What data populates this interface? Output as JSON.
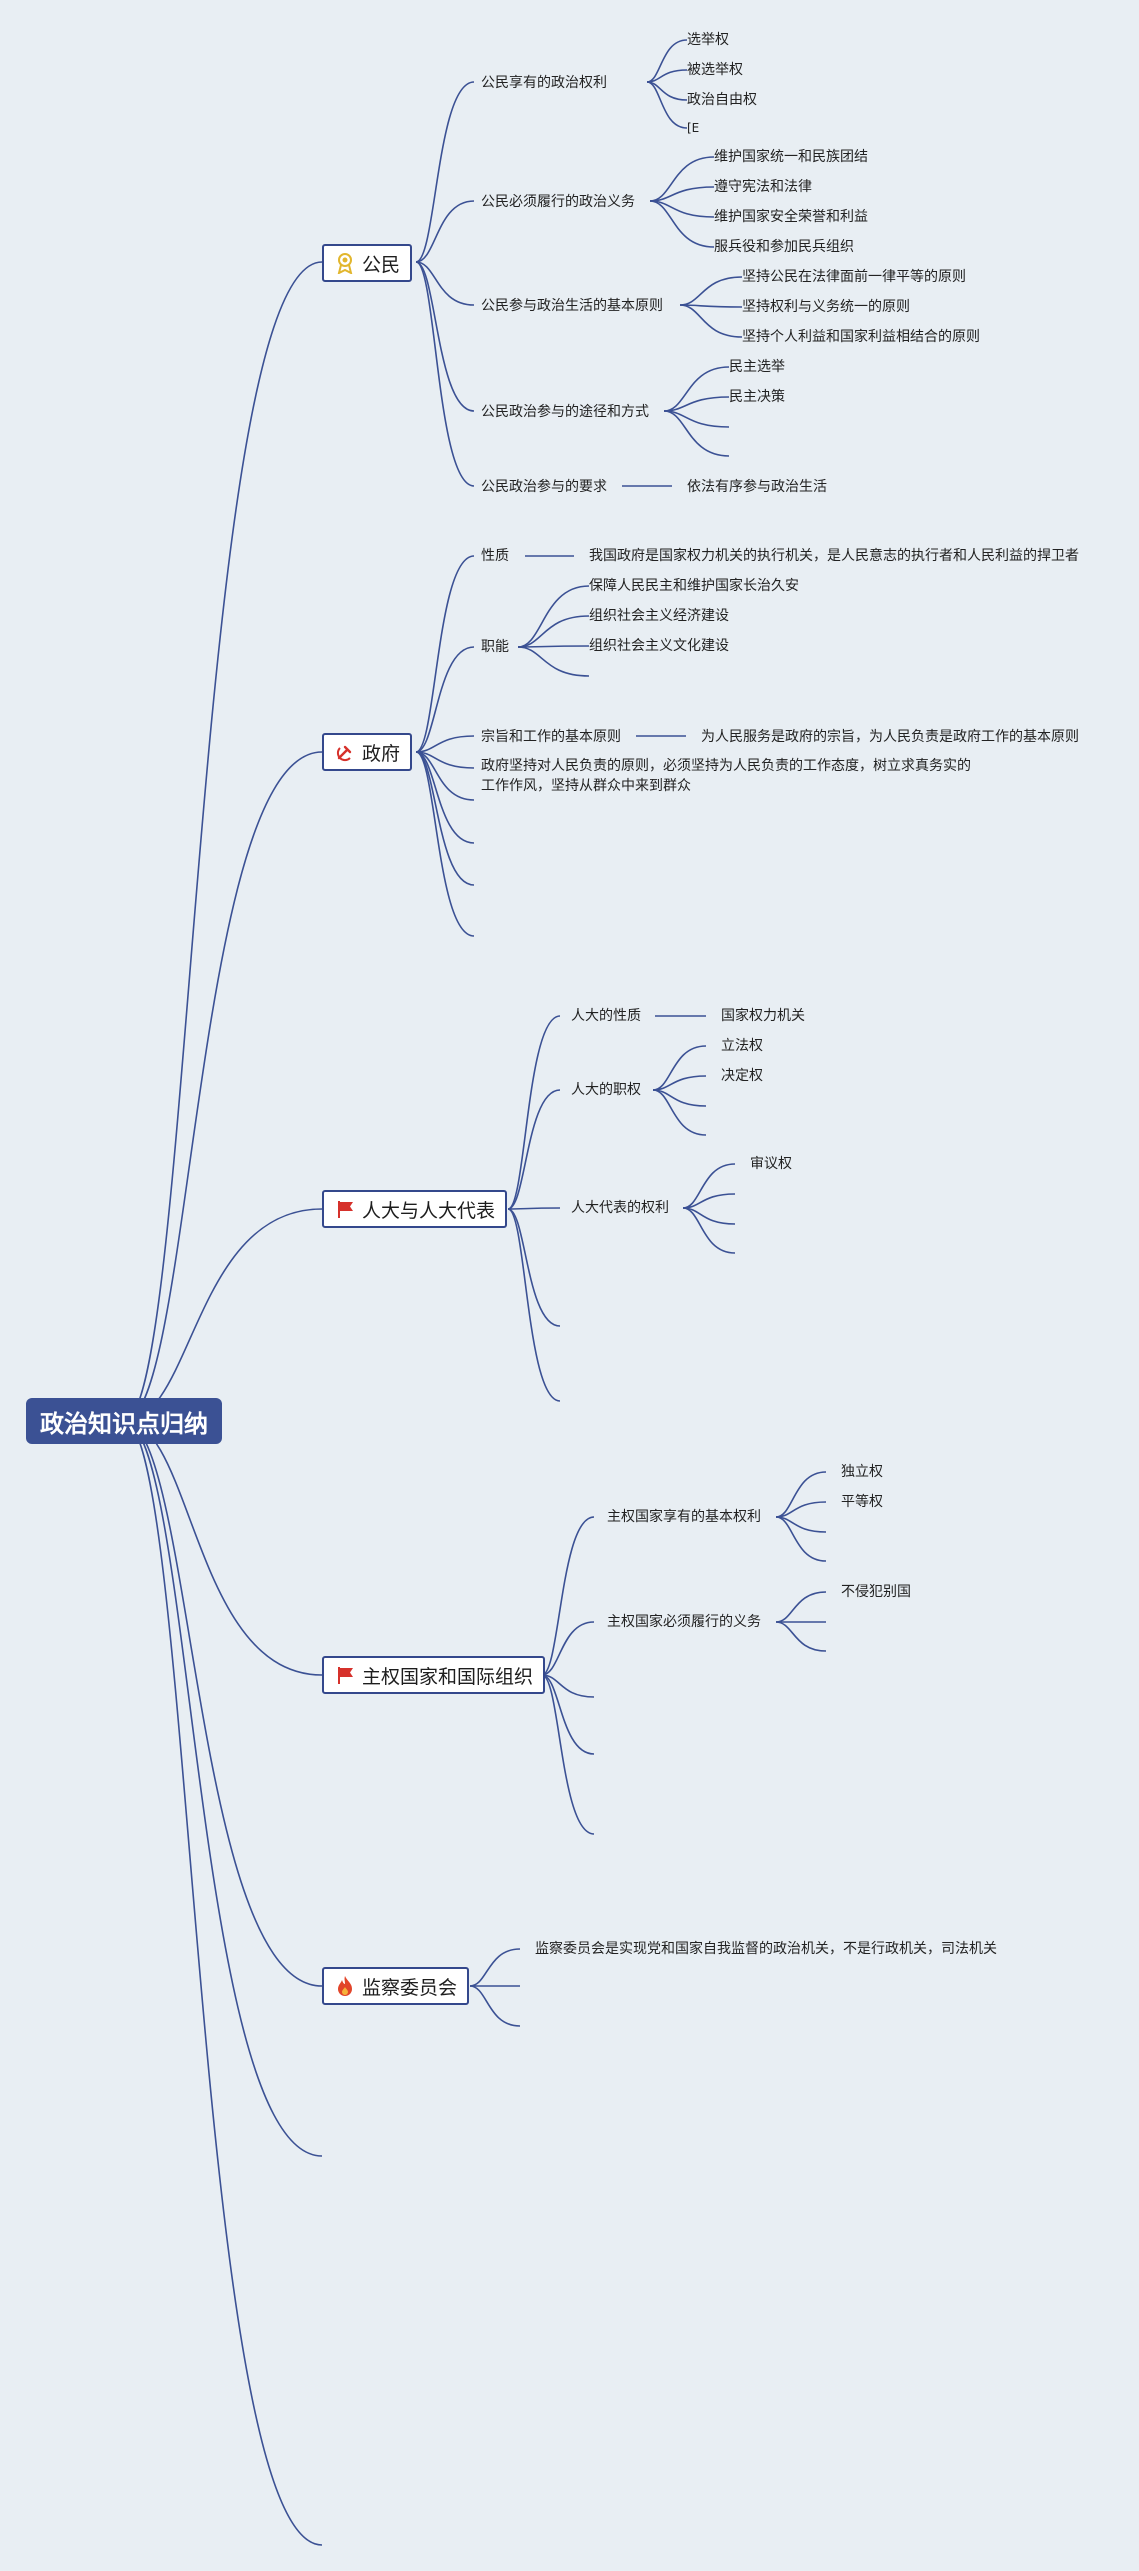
{
  "root": {
    "title": "政治知识点归纳"
  },
  "colors": {
    "line": "#3b5194",
    "root_bg": "#3b5194",
    "background": "#e8eef3"
  },
  "branches": [
    {
      "label": "公民",
      "icon": "award-ribbon-icon",
      "items": [
        {
          "label": "公民享有的政治权利",
          "children": [
            "选举权",
            "被选举权",
            "政治自由权",
            "[E"
          ]
        },
        {
          "label": "公民必须履行的政治义务",
          "children": [
            "维护国家统一和民族团结",
            "遵守宪法和法律",
            "维护国家安全荣誉和利益",
            "服兵役和参加民兵组织"
          ]
        },
        {
          "label": "公民参与政治生活的基本原则",
          "children": [
            "坚持公民在法律面前一律平等的原则",
            "坚持权利与义务统一的原则",
            "坚持个人利益和国家利益相结合的原则"
          ]
        },
        {
          "label": "公民政治参与的途径和方式",
          "children": [
            "民主选举",
            "民主决策",
            "",
            ""
          ]
        },
        {
          "label": "公民政治参与的要求",
          "children": [
            "依法有序参与政治生活"
          ]
        }
      ]
    },
    {
      "label": "政府",
      "icon": "hammer-sickle-icon",
      "items": [
        {
          "label": "性质",
          "children": [
            "我国政府是国家权力机关的执行机关，是人民意志的执行者和人民利益的捍卫者"
          ]
        },
        {
          "label": "职能",
          "children": [
            "保障人民民主和维护国家长治久安",
            "组织社会主义经济建设",
            "组织社会主义文化建设",
            ""
          ]
        },
        {
          "label": "宗旨和工作的基本原则",
          "children": [
            "为人民服务是政府的宗旨，为人民负责是政府工作的基本原则"
          ]
        },
        {
          "label": "政府坚持对人民负责的原则，必须坚持为人民负责的工作态度，树立求真务实的工作作风，坚持从群众中来到群众",
          "children": []
        }
      ]
    },
    {
      "label": "人大与人大代表",
      "icon": "red-flag-icon",
      "items": [
        {
          "label": "人大的性质",
          "children": [
            "国家权力机关"
          ]
        },
        {
          "label": "人大的职权",
          "children": [
            "立法权",
            "决定权",
            "",
            ""
          ]
        },
        {
          "label": "人大代表的权利",
          "children": [
            "审议权",
            "",
            "",
            ""
          ]
        }
      ]
    },
    {
      "label": "主权国家和国际组织",
      "icon": "red-flag-icon",
      "items": [
        {
          "label": "主权国家享有的基本权利",
          "children": [
            "独立权",
            "平等权",
            "",
            ""
          ]
        },
        {
          "label": "主权国家必须履行的义务",
          "children": [
            "不侵犯别国",
            "",
            ""
          ]
        }
      ]
    },
    {
      "label": "监察委员会",
      "icon": "fire-icon",
      "items": [
        {
          "label": "监察委员会是实现党和国家自我监督的政治机关，不是行政机关，司法机关",
          "children": []
        }
      ]
    }
  ]
}
